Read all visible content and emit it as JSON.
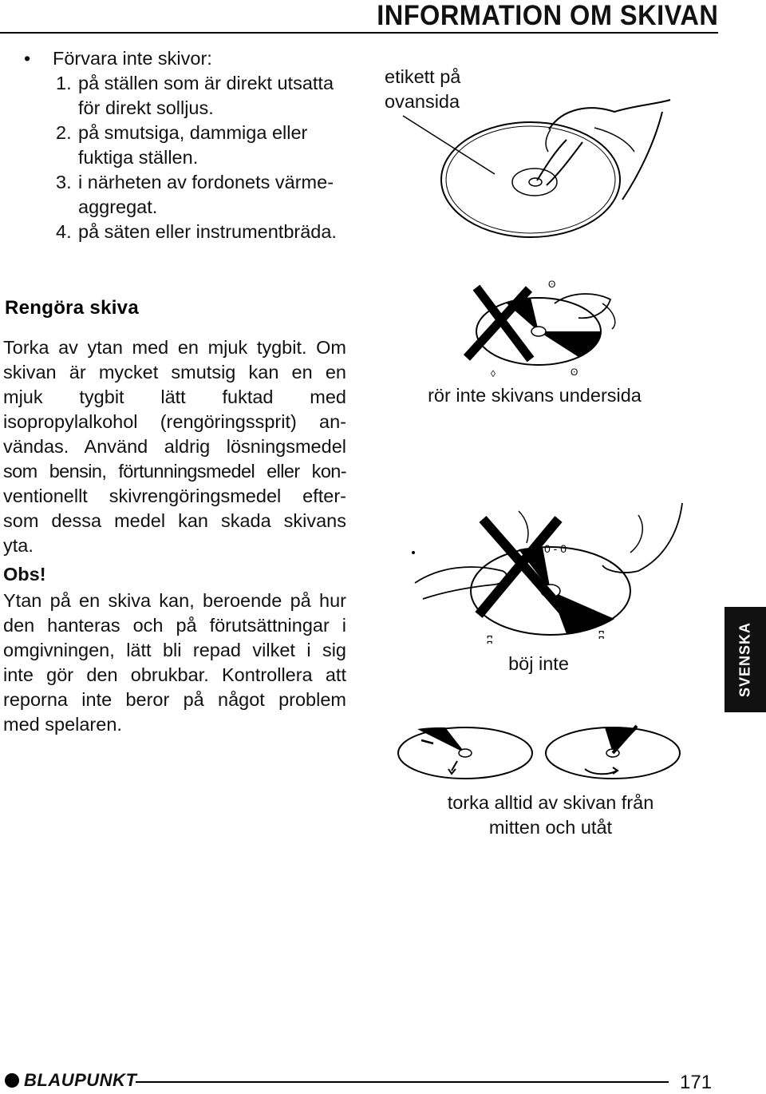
{
  "header": {
    "title": "INFORMATION OM SKIVAN"
  },
  "storage": {
    "intro": "Förvara inte skivor:",
    "items": [
      {
        "num": "1.",
        "lines": [
          "på ställen som är direkt utsatta",
          "för direkt solljus."
        ]
      },
      {
        "num": "2.",
        "lines": [
          "på smutsiga, dammiga eller",
          "fuktiga ställen."
        ]
      },
      {
        "num": "3.",
        "lines": [
          "i närheten av fordonets värme-",
          "aggregat."
        ]
      },
      {
        "num": "4.",
        "lines": [
          "på säten eller instrumentbräda."
        ]
      }
    ]
  },
  "cleaning": {
    "heading": "Rengöra skiva",
    "lines": [
      "Torka av ytan med en mjuk tygbit. Om",
      "skivan är mycket smutsig kan en en",
      "mjuk tygbit lätt fuktad med",
      "isopropylalkohol (rengöringssprit) an-",
      "vändas. Använd aldrig lösningsmedel",
      "som bensin, förtunningsmedel eller kon-",
      "ventionellt skivrengöringsmedel efter-",
      "som dessa medel kan skada skivans",
      "yta."
    ]
  },
  "note": {
    "heading": "Obs!",
    "lines": [
      "Ytan på en skiva kan, beroende på hur",
      "den hanteras och på förutsättningar i",
      "omgivningen, lätt bli repad vilket i sig",
      "inte gör den obrukbar. Kontrollera att",
      "reporna inte beror på något problem",
      "med spelaren."
    ]
  },
  "captions": {
    "label_top": [
      "etikett på",
      "ovansida"
    ],
    "no_touch": "rör inte skivans undersida",
    "no_bend": "böj inte",
    "wipe": [
      "torka alltid av skivan från",
      "mitten och utåt"
    ]
  },
  "side_tab": {
    "label": "SVENSKA"
  },
  "footer": {
    "brand": "BLAUPUNKT",
    "page_number": "171"
  }
}
